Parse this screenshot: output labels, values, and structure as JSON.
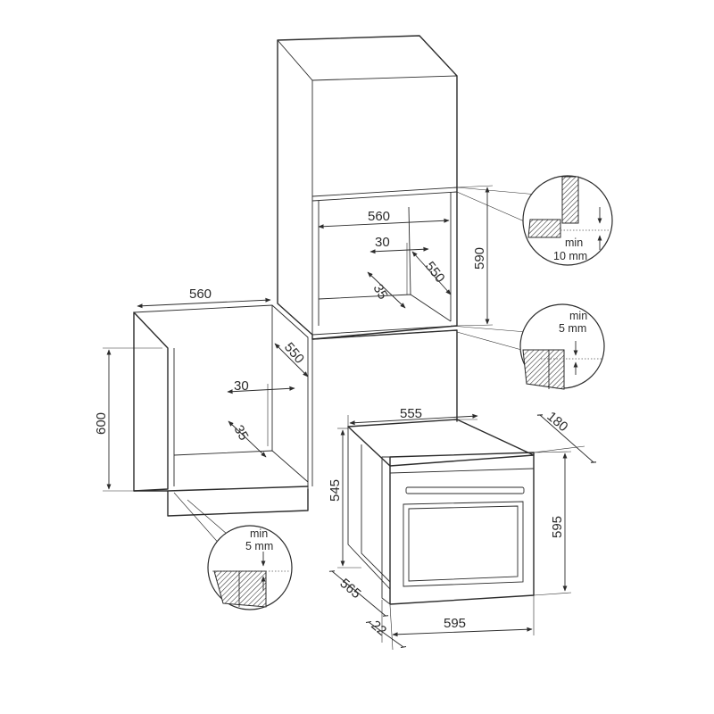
{
  "column_unit": {
    "niche_width": "560",
    "niche_height": "590",
    "niche_depth": "550",
    "rear_gap": "30",
    "rear_offset": "35",
    "clearance_top": {
      "line1": "min",
      "line2": "10 mm"
    },
    "clearance_bottom": {
      "line1": "min",
      "line2": "5 mm"
    }
  },
  "base_unit": {
    "niche_width": "560",
    "niche_height": "600",
    "niche_depth": "550",
    "rear_gap": "30",
    "rear_offset": "35",
    "clearance_bottom": {
      "line1": "min",
      "line2": "5 mm"
    }
  },
  "appliance": {
    "body_width": "555",
    "body_height": "545",
    "body_depth": "565",
    "front_width": "595",
    "front_height": "595",
    "front_thickness": "22",
    "rear_depth": "180"
  },
  "colors": {
    "line": "#2b2b2b",
    "background": "#ffffff",
    "hatch": "#2b2b2b"
  }
}
